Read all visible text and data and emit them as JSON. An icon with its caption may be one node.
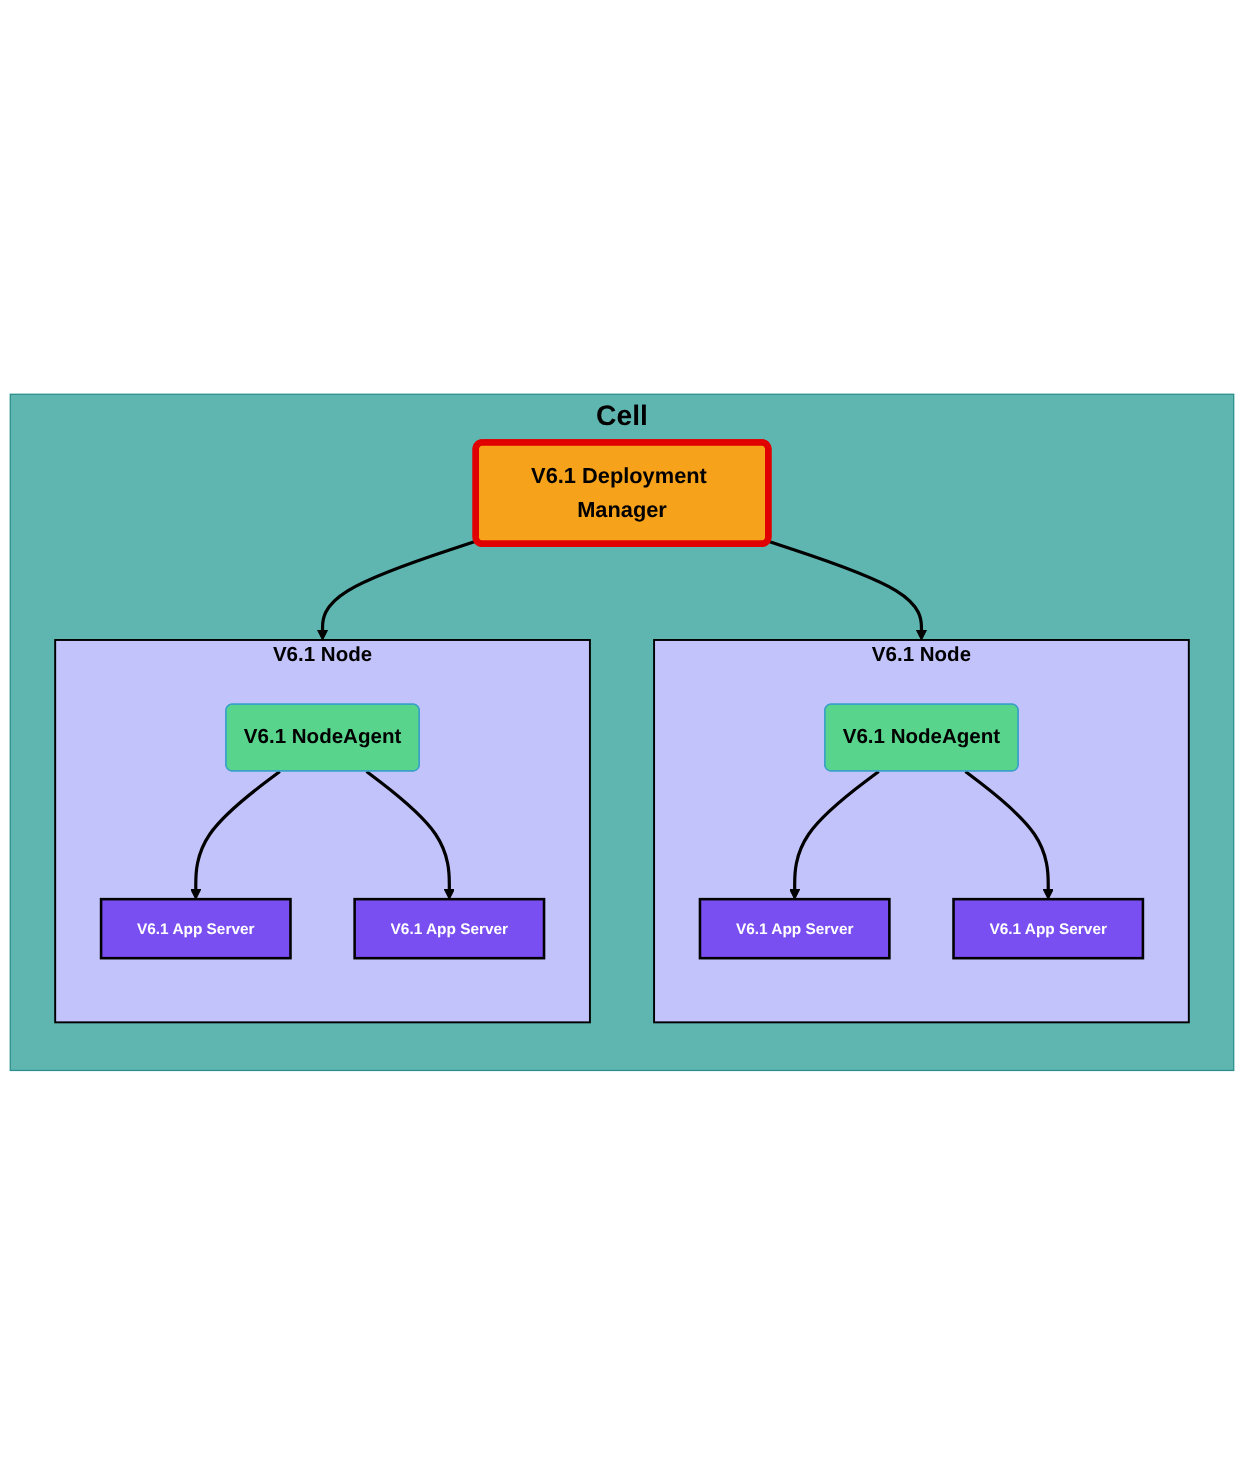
{
  "diagram": {
    "nodes": [
      {
        "text": [
          "Cell"
        ]
      },
      {
        "text": [
          "V6.1 Deployment Manager"
        ],
        "in": 0
      },
      {
        "text": [
          "V6.1 Node"
        ],
        "in": 0
      },
      {
        "text": [
          "V6.1 NodeAgent"
        ],
        "in": 2
      },
      {
        "text": [
          "V6.1 App Server"
        ],
        "in": 2
      },
      {
        "text": [
          "V6.1 App Server"
        ],
        "in": 2
      },
      {
        "text": [
          "V6.1 Node"
        ],
        "in": 0
      },
      {
        "text": [
          "V6.1 NodeAgent"
        ],
        "in": 6
      },
      {
        "text": [
          "V6.1 App Server"
        ],
        "in": 6
      },
      {
        "text": [
          "V6.1 App Server"
        ],
        "in": 6
      }
    ],
    "edges": [
      {
        "from": 1,
        "to": 2,
        "arrow": "to"
      },
      {
        "from": 1,
        "to": 6,
        "arrow": "to"
      },
      {
        "from": 3,
        "to": 4,
        "arrow": "to"
      },
      {
        "from": 3,
        "to": 5,
        "arrow": "to"
      },
      {
        "from": 7,
        "to": 8,
        "arrow": "to"
      },
      {
        "from": 7,
        "to": 9,
        "arrow": "to"
      }
    ]
  }
}
